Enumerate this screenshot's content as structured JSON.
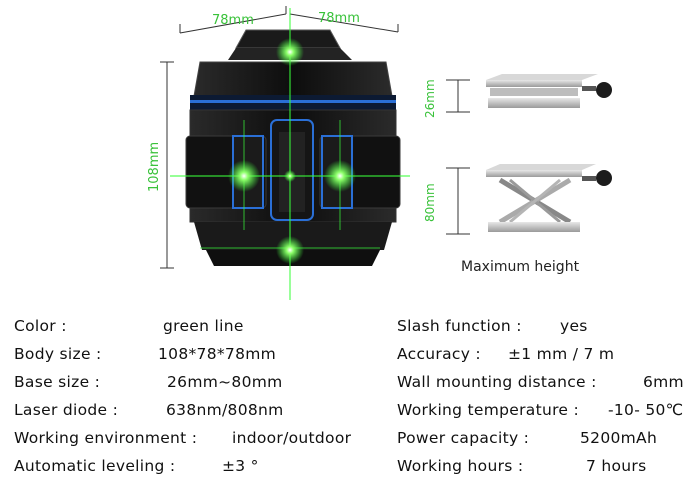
{
  "dimensions": {
    "depth_top": "78mm",
    "width_top": "78mm",
    "height": "108mm",
    "stand_min": "26mm",
    "stand_max": "80mm"
  },
  "caption": "Maximum height",
  "specs_left": [
    {
      "label": "Color :",
      "value": "green line"
    },
    {
      "label": "Body size :",
      "value": "108*78*78mm"
    },
    {
      "label": "Base size :",
      "value": "26mm~80mm"
    },
    {
      "label": "Laser diode :",
      "value": "638nm/808nm"
    },
    {
      "label": "Working environment :",
      "value": "indoor/outdoor"
    },
    {
      "label": "Automatic leveling :",
      "value": "±3 °"
    }
  ],
  "specs_right": [
    {
      "label": "Slash function :",
      "value": "yes"
    },
    {
      "label": "Accuracy :",
      "value": "±1 mm / 7 m"
    },
    {
      "label": "Wall mounting distance :",
      "value": "6mm"
    },
    {
      "label": "Working temperature :",
      "value": "-10- 50℃"
    },
    {
      "label": "Power capacity :",
      "value": "5200mAh"
    },
    {
      "label": "Working hours :",
      "value": "7 hours"
    }
  ],
  "colors": {
    "laser": "#39ff3a",
    "body": "#151515",
    "accent": "#2a6fd6"
  }
}
